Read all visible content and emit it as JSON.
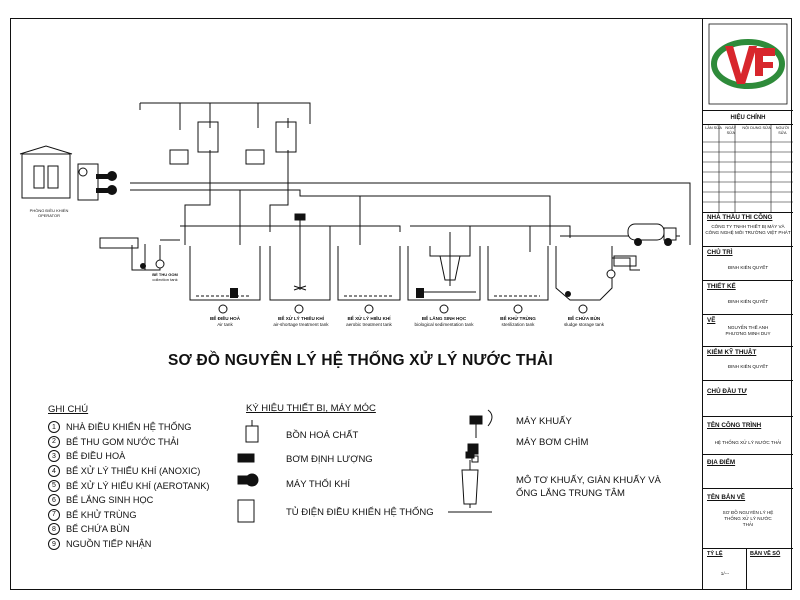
{
  "title": "SƠ ĐỒ NGUYÊN LÝ HỆ THỐNG XỬ LÝ NƯỚC THẢI",
  "legend": {
    "title": "GHI CHÚ",
    "items": [
      {
        "num": "1",
        "text": "NHÀ ĐIỀU KHIỂN HỆ THỐNG"
      },
      {
        "num": "2",
        "text": "BỂ THU GOM NƯỚC THẢI"
      },
      {
        "num": "3",
        "text": "BỂ ĐIỀU HOÀ"
      },
      {
        "num": "4",
        "text": "BỂ XỬ LÝ THIẾU KHÍ (ANOXIC)"
      },
      {
        "num": "5",
        "text": "BỂ XỬ LÝ HIẾU KHÍ (AEROTANK)"
      },
      {
        "num": "6",
        "text": "BỂ LẮNG SINH HỌC"
      },
      {
        "num": "7",
        "text": "BỂ KHỬ TRÙNG"
      },
      {
        "num": "8",
        "text": "BỂ CHỨA BÙN"
      },
      {
        "num": "9",
        "text": "NGUỒN TIẾP NHẬN"
      }
    ]
  },
  "symbols": {
    "title": "KÝ HIỆU THIẾT BỊ, MÁY MÓC",
    "items": [
      {
        "icon": "chemical-tank-icon",
        "text": "BỒN HOÁ CHẤT"
      },
      {
        "icon": "dosing-pump-icon",
        "text": "BƠM ĐỊNH LƯỢNG"
      },
      {
        "icon": "air-blower-icon",
        "text": "MÁY THỔI KHÍ"
      },
      {
        "icon": "control-panel-icon",
        "text": "TỦ ĐIỆN ĐIỀU KHIỂN HỆ THỐNG"
      },
      {
        "icon": "mixer-icon",
        "text": "MÁY KHUẤY"
      },
      {
        "icon": "submersible-pump-icon",
        "text": "MÁY BƠM CHÌM"
      },
      {
        "icon": "stirrer-motor-icon",
        "text": "MÔ TƠ KHUẤY, GIÀN KHUẤY VÀ ỐNG LẮNG TRUNG TÂM"
      }
    ]
  },
  "tanks": [
    {
      "num": "3",
      "vi": "BỂ ĐIỀU HOÀ",
      "en": "Air tank"
    },
    {
      "num": "4",
      "vi": "BỂ XỬ LÝ THIẾU KHÍ",
      "en": "air-shortage treatment tank"
    },
    {
      "num": "5",
      "vi": "BỂ XỬ LÝ HIẾU KHÍ",
      "en": "aerobic treatment tank"
    },
    {
      "num": "6",
      "vi": "BỂ LẮNG SINH HỌC",
      "en": "biological sedimentation tank"
    },
    {
      "num": "7",
      "vi": "BỂ KHỬ TRÙNG",
      "en": "sterilization tank"
    },
    {
      "num": "8",
      "vi": "BỂ CHỨA BÙN",
      "en": "sludge storage tank"
    }
  ],
  "collection_tank": {
    "num": "2",
    "vi": "BỂ THU GOM",
    "en": "collection tank"
  },
  "control_house": {
    "num": "1",
    "vi": "PHÒNG ĐIỀU KHIỂN",
    "en": "OPERATOR"
  },
  "title_block": {
    "revision": "HIỆU CHỈNH",
    "rev_cols": [
      "LẦN SỬA",
      "NGÀY SỬA",
      "NỘI DUNG SỬA",
      "NGƯỜI SỬA"
    ],
    "contractor_label": "NHÀ THẦU THI CÔNG",
    "contractor": "CÔNG TY TNHH THIẾT BỊ MÁY VÀ CÔNG NGHỆ MÔI TRƯỜNG VIỆT PHÁT",
    "chu_tri_label": "CHỦ TRÌ",
    "chu_tri": "ĐINH KIÊN QUYẾT",
    "thiet_ke_label": "THIẾT KẾ",
    "thiet_ke": "ĐINH KIÊN QUYẾT",
    "ve_label": "VẼ",
    "ve": "NGUYỄN THẾ ANH PHƯƠNG MINH DUY",
    "kiem_label": "KIỂM KỸ THUẬT",
    "kiem": "ĐINH KIÊN QUYẾT",
    "chu_dau_tu_label": "CHỦ ĐẦU TƯ",
    "cong_trinh_label": "TÊN CÔNG TRÌNH",
    "cong_trinh": "HỆ THỐNG XỬ LÝ NƯỚC THẢI",
    "dia_diem_label": "ĐỊA ĐIỂM",
    "ban_ve_label": "TÊN BẢN VẼ",
    "ban_ve": "SƠ ĐỒ NGUYÊN LÝ HỆ THỐNG XỬ LÝ NƯỚC THẢI",
    "ty_le_label": "TỶ LỆ",
    "ty_le": "1/---",
    "ban_ve_so_label": "BẢN VẼ SỐ"
  },
  "colors": {
    "logo_green": "#2e8b3a",
    "logo_red": "#d8262c",
    "line": "#111111"
  }
}
